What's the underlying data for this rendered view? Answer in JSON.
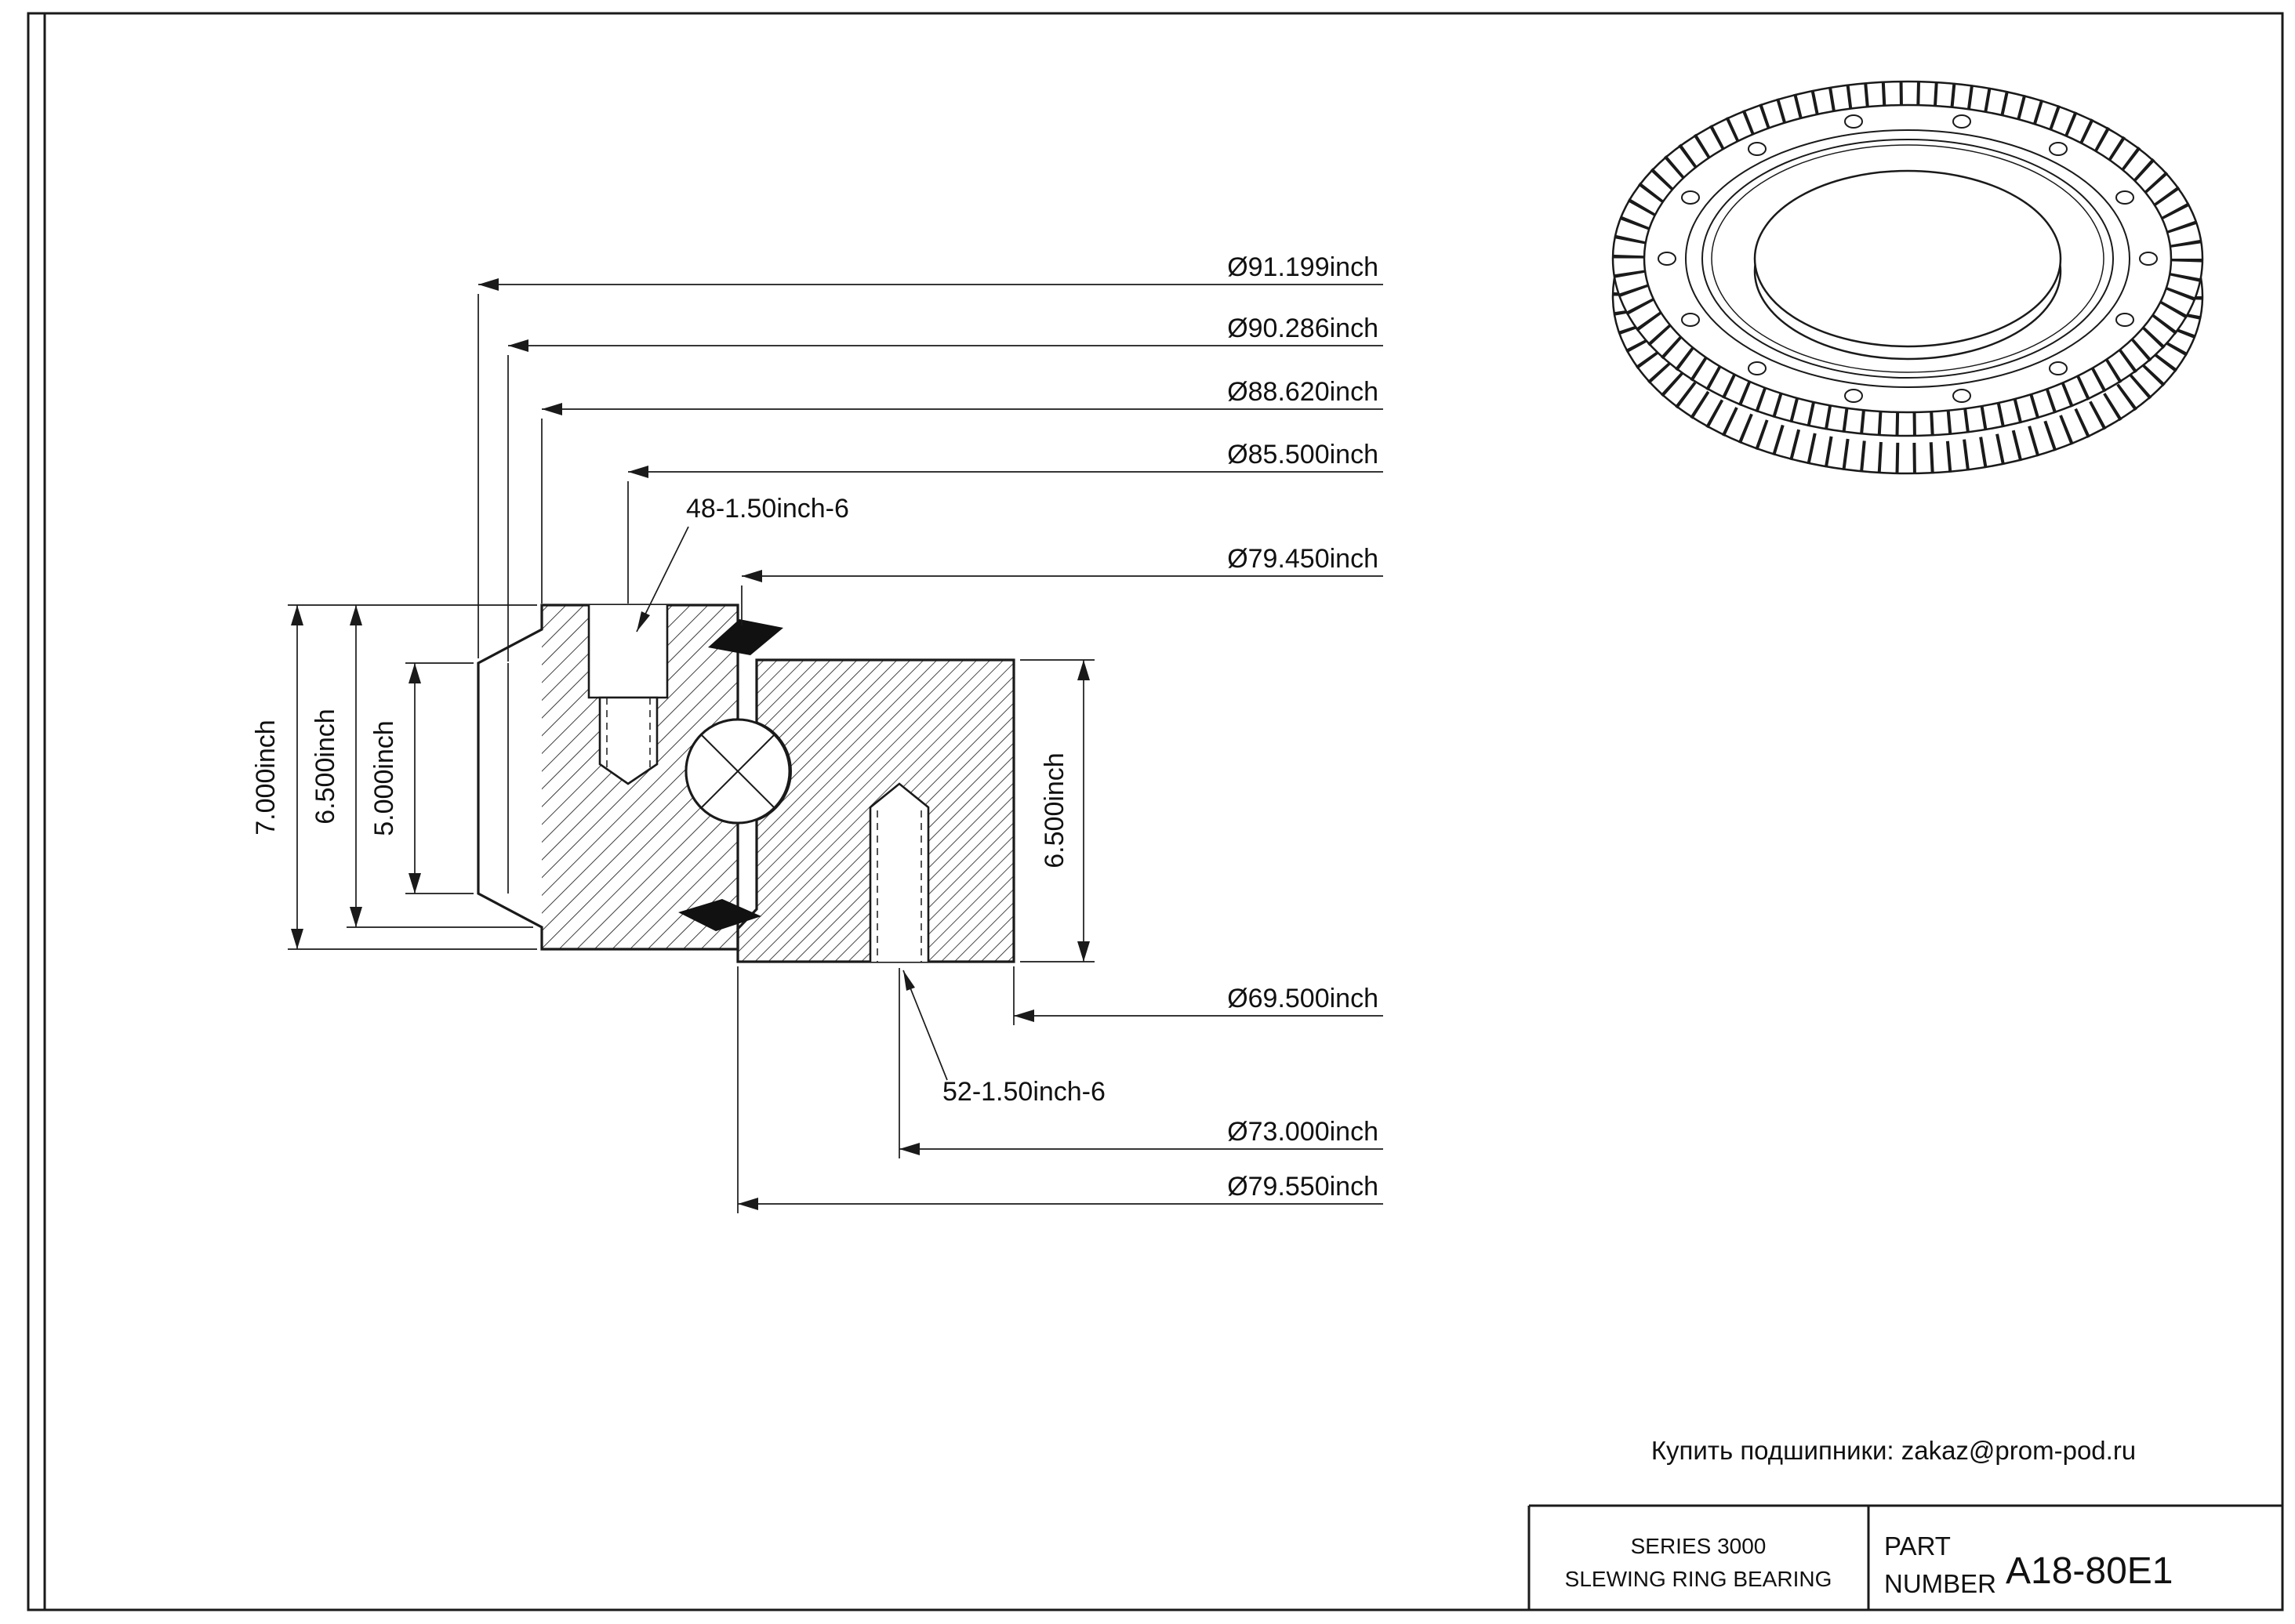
{
  "page": {
    "background": "#ffffff",
    "line_color": "#1a1a1a"
  },
  "section_view": {
    "diameter_dims": [
      {
        "label": "Ø91.199inch"
      },
      {
        "label": "Ø90.286inch"
      },
      {
        "label": "Ø88.620inch"
      },
      {
        "label": "Ø85.500inch"
      },
      {
        "label": "Ø79.450inch"
      },
      {
        "label": "Ø69.500inch"
      },
      {
        "label": "Ø73.000inch"
      },
      {
        "label": "Ø79.550inch"
      }
    ],
    "height_dims": [
      {
        "label": "7.000inch"
      },
      {
        "label": "6.500inch"
      },
      {
        "label": "5.000inch"
      },
      {
        "label": "6.500inch"
      }
    ],
    "hole_callouts": [
      {
        "label": "48-1.50inch-6"
      },
      {
        "label": "52-1.50inch-6"
      }
    ]
  },
  "footer": {
    "contact": "Купить подшипники: zakaz@prom-pod.ru"
  },
  "title_block": {
    "series_line1": "SERIES 3000",
    "series_line2": "SLEWING RING BEARING",
    "part_label_line1": "PART",
    "part_label_line2": "NUMBER",
    "part_number": "A18-80E1"
  }
}
